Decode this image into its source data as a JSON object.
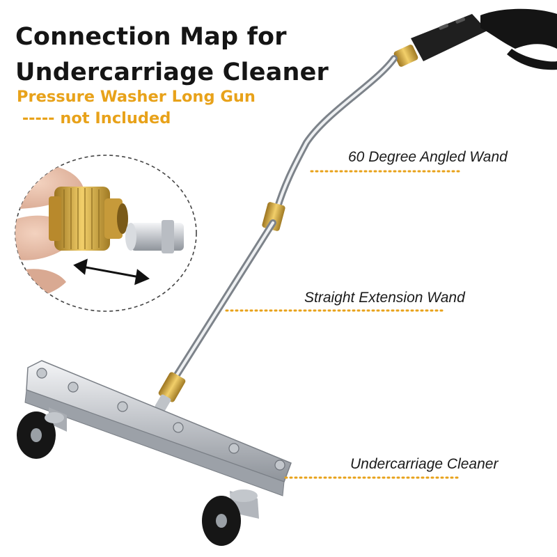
{
  "title": {
    "line1": "Connection Map for",
    "line2": "Undercarriage Cleaner"
  },
  "subtitle": {
    "line1": "Pressure Washer Long Gun",
    "line2": " ----- not Included"
  },
  "callouts": [
    {
      "label": "60 Degree Angled Wand"
    },
    {
      "label": "Straight Extension Wand"
    },
    {
      "label": "Undercarriage Cleaner"
    }
  ],
  "colors": {
    "accent": "#E8A21A",
    "title": "#151515",
    "steel": "#C9CCD1",
    "brass": "#D4A63A",
    "wheel": "#161616"
  },
  "icons": {
    "inset": "quick-connect-coupler-icon",
    "arrow": "double-arrow-icon"
  }
}
